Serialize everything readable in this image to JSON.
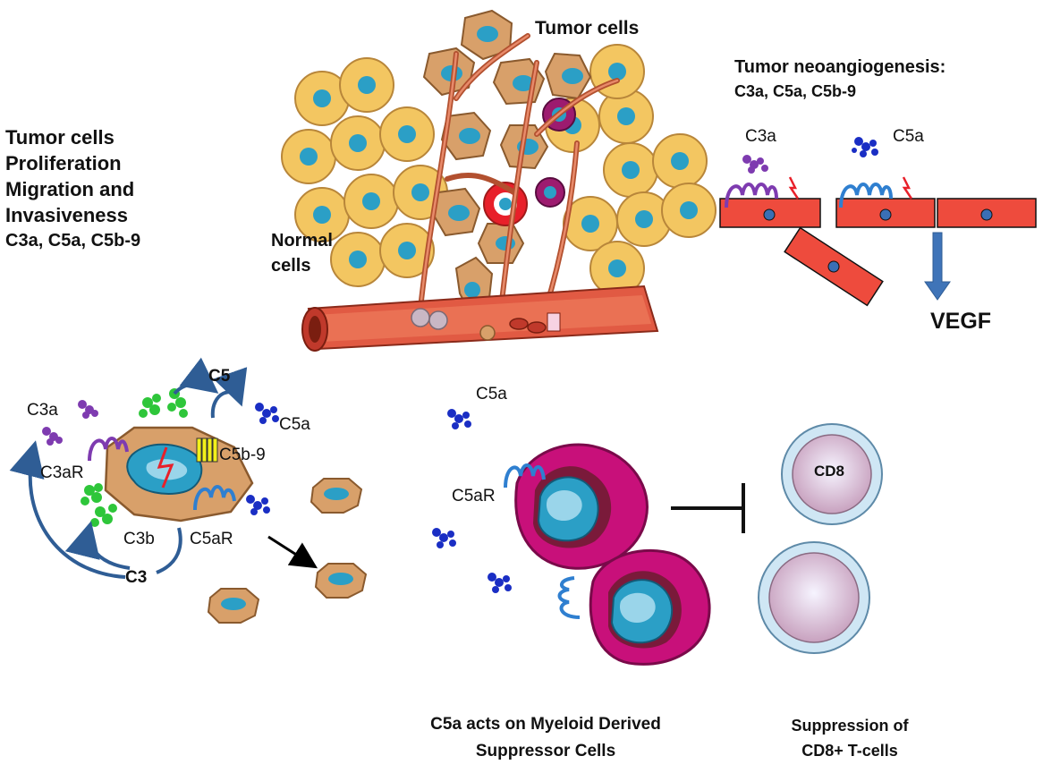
{
  "left_panel": {
    "lines": [
      "Tumor cells",
      "Proliferation",
      "Migration and",
      "Invasiveness",
      "C3a, C5a, C5b-9"
    ]
  },
  "tumor_mass": {
    "tumor_cells_label": "Tumor cells",
    "normal_cells_label_line1": "Normal",
    "normal_cells_label_line2": "cells"
  },
  "angiogenesis": {
    "title_line1": "Tumor neoangiogenesis:",
    "title_line2": "C3a, C5a, C5b-9",
    "c3a_label": "C3a",
    "c5a_label": "C5a",
    "vegf_label": "VEGF"
  },
  "complement_cell": {
    "c5": "C5",
    "c5a": "C5a",
    "c3a": "C3a",
    "c3ar": "C3aR",
    "c5b9": "C5b-9",
    "c3b": "C3b",
    "c5ar": "C5aR",
    "c3": "C3"
  },
  "mdsc": {
    "c5a": "C5a",
    "c5ar": "C5aR",
    "caption_line1": "C5a acts on Myeloid Derived",
    "caption_line2": "Suppressor Cells"
  },
  "tcells": {
    "cd8": "CD8",
    "caption_line1": "Suppression of",
    "caption_line2": "CD8+ T-cells"
  },
  "colors": {
    "tumor_cell": "#d8a06a",
    "normal_cell": "#f3c661",
    "nucleus": "#2b9fc6",
    "vessel": "#e15a43",
    "endothelial": "#ee4b3d",
    "arrow_blue": "#2f5d95",
    "c3a_purple": "#7e3bb0",
    "c5a_blue": "#1a2ec4",
    "c3b_green": "#2ec63a",
    "mdsc_magenta": "#c8107a",
    "tcell": "#c7a1bd"
  }
}
